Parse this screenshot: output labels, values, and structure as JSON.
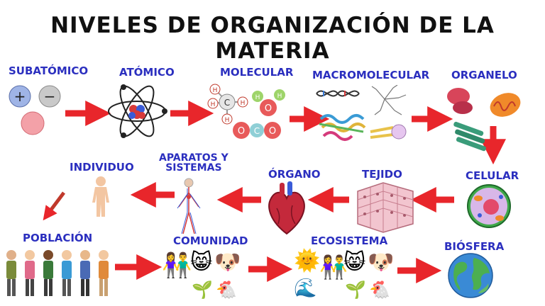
{
  "title": "NIVELES DE ORGANIZACIÓN DE LA MATERIA",
  "levels": {
    "subatomico": "SUBATÓMICO",
    "atomico": "ATÓMICO",
    "molecular": "MOLECULAR",
    "macromolecular": "MACROMOLECULAR",
    "organelo": "ORGANELO",
    "celular": "CELULAR",
    "tejido": "TEJIDO",
    "organo": "ÓRGANO",
    "aparatos_line1": "APARATOS Y",
    "aparatos_line2": "SISTEMAS",
    "individuo": "INDIVIDUO",
    "poblacion": "POBLACIÓN",
    "comunidad": "COMUNIDAD",
    "ecosistema": "ECOSISTEMA",
    "biosfera": "BIÓSFERA"
  },
  "symbols": {
    "plus": "+",
    "minus": "−",
    "hydrogen": "H",
    "carbon": "C",
    "oxygen": "O"
  },
  "colors": {
    "label": "#2b2fbf",
    "arrow": "#e8262b",
    "arrow_dark": "#c0392b"
  }
}
